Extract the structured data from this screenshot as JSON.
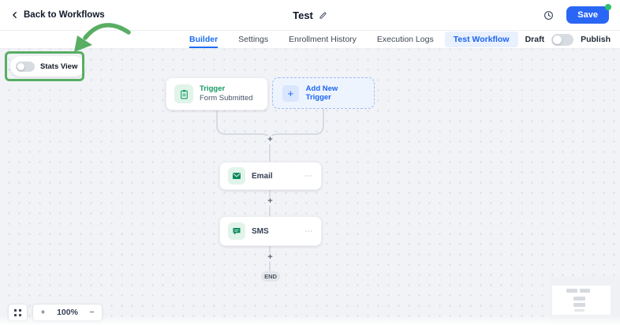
{
  "header": {
    "back_label": "Back to Workflows",
    "title": "Test",
    "save_label": "Save"
  },
  "tabs": [
    {
      "label": "Builder",
      "active": true
    },
    {
      "label": "Settings",
      "active": false
    },
    {
      "label": "Enrollment History",
      "active": false
    },
    {
      "label": "Execution Logs",
      "active": false
    }
  ],
  "actions": {
    "test_workflow_label": "Test Workflow",
    "draft_label": "Draft",
    "publish_label": "Publish",
    "draft_publish_toggle_state": "off"
  },
  "canvas": {
    "stats_view": {
      "label": "Stats View",
      "toggle_state": "off"
    },
    "trigger_node": {
      "title": "Trigger",
      "subtitle": "Form Submitted"
    },
    "add_trigger": {
      "label": "Add New Trigger",
      "plus": "+"
    },
    "action_nodes": [
      {
        "label": "Email",
        "menu": "⋯"
      },
      {
        "label": "SMS",
        "menu": "⋯"
      }
    ],
    "connector_plus": "+",
    "end_label": "END"
  },
  "zoom_controls": {
    "zoom_in": "+",
    "zoom_level": "100%",
    "zoom_out": "−"
  },
  "colors": {
    "accent_blue": "#1a6ef5",
    "save_button_blue": "#2a66f5",
    "node_green": "#149a62",
    "annotation_green": "#58ae63",
    "unsaved_badge_green": "#2ec06a",
    "canvas_background": "#f1f3f6",
    "connector_gray": "#cfd4dc"
  }
}
